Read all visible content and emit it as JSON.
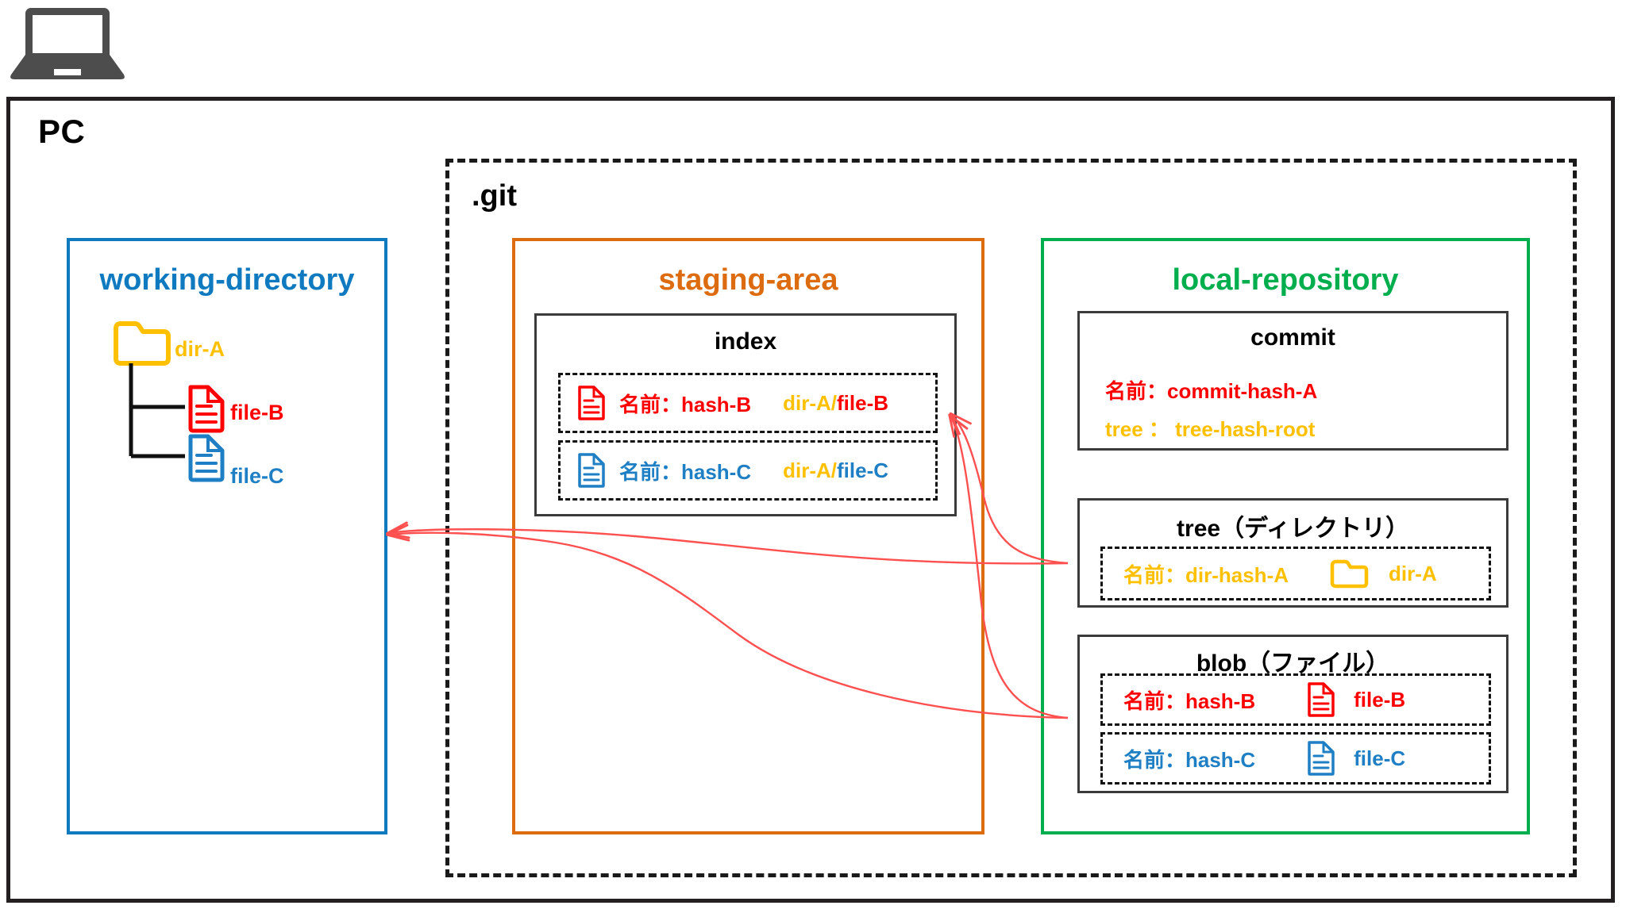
{
  "diagram": {
    "title_label": "PC",
    "git_label": ".git",
    "laptop_icon": "laptop-icon"
  },
  "colors": {
    "working_directory": "#0f7ac0",
    "staging_area": "#dd6b10",
    "local_repository": "#00ae4d",
    "folder_yellow": "#ffc000",
    "file_b_red": "#ff0000",
    "file_c_blue": "#1f7fc4",
    "arrow_red": "#ff5050",
    "outline_black": "#231f20"
  },
  "working_directory": {
    "title": "working-directory",
    "tree": {
      "folder": {
        "icon": "folder-icon",
        "label": "dir-A"
      },
      "files": [
        {
          "icon": "file-icon",
          "label": "file-B",
          "color": "#ff0000"
        },
        {
          "icon": "file-icon",
          "label": "file-C",
          "color": "#1f7fc4"
        }
      ]
    }
  },
  "staging_area": {
    "title": "staging-area",
    "index": {
      "title": "index",
      "entries": [
        {
          "icon": "file-icon",
          "icon_color": "#ff0000",
          "name_label": "名前：hash-B",
          "name_color": "#ff0000",
          "path_dir": "dir-A/",
          "path_file": "file-B",
          "path_dir_color": "#ffc000",
          "path_file_color": "#ff0000"
        },
        {
          "icon": "file-icon",
          "icon_color": "#1f7fc4",
          "name_label": "名前：hash-C",
          "name_color": "#1f7fc4",
          "path_dir": "dir-A/",
          "path_file": "file-C",
          "path_dir_color": "#ffc000",
          "path_file_color": "#1f7fc4"
        }
      ]
    }
  },
  "local_repository": {
    "title": "local-repository",
    "commit": {
      "title": "commit",
      "name_line": "名前：commit-hash-A",
      "tree_line": "tree ： tree-hash-root"
    },
    "tree": {
      "title": "tree（ディレクトリ）",
      "entries": [
        {
          "name_label": "名前：dir-hash-A",
          "name_color": "#ffc000",
          "icon": "folder-icon",
          "icon_color": "#ffc000",
          "object_label": "dir-A",
          "object_color": "#ffc000"
        }
      ]
    },
    "blob": {
      "title": "blob（ファイル）",
      "entries": [
        {
          "name_label": "名前：hash-B",
          "name_color": "#ff0000",
          "icon": "file-icon",
          "icon_color": "#ff0000",
          "object_label": "file-B",
          "object_color": "#ff0000"
        },
        {
          "name_label": "名前：hash-C",
          "name_color": "#1f7fc4",
          "icon": "file-icon",
          "icon_color": "#1f7fc4",
          "object_label": "file-C",
          "object_color": "#1f7fc4"
        }
      ]
    }
  },
  "arrows": [
    {
      "name": "tree-to-index",
      "from": "tree-panel",
      "to": "index-panel"
    },
    {
      "name": "blob-to-index",
      "from": "blob-panel",
      "to": "index-panel"
    },
    {
      "name": "tree-to-working-directory",
      "from": "tree-panel",
      "to": "working-directory-box"
    },
    {
      "name": "blob-to-working-directory",
      "from": "blob-panel",
      "to": "working-directory-box"
    }
  ]
}
